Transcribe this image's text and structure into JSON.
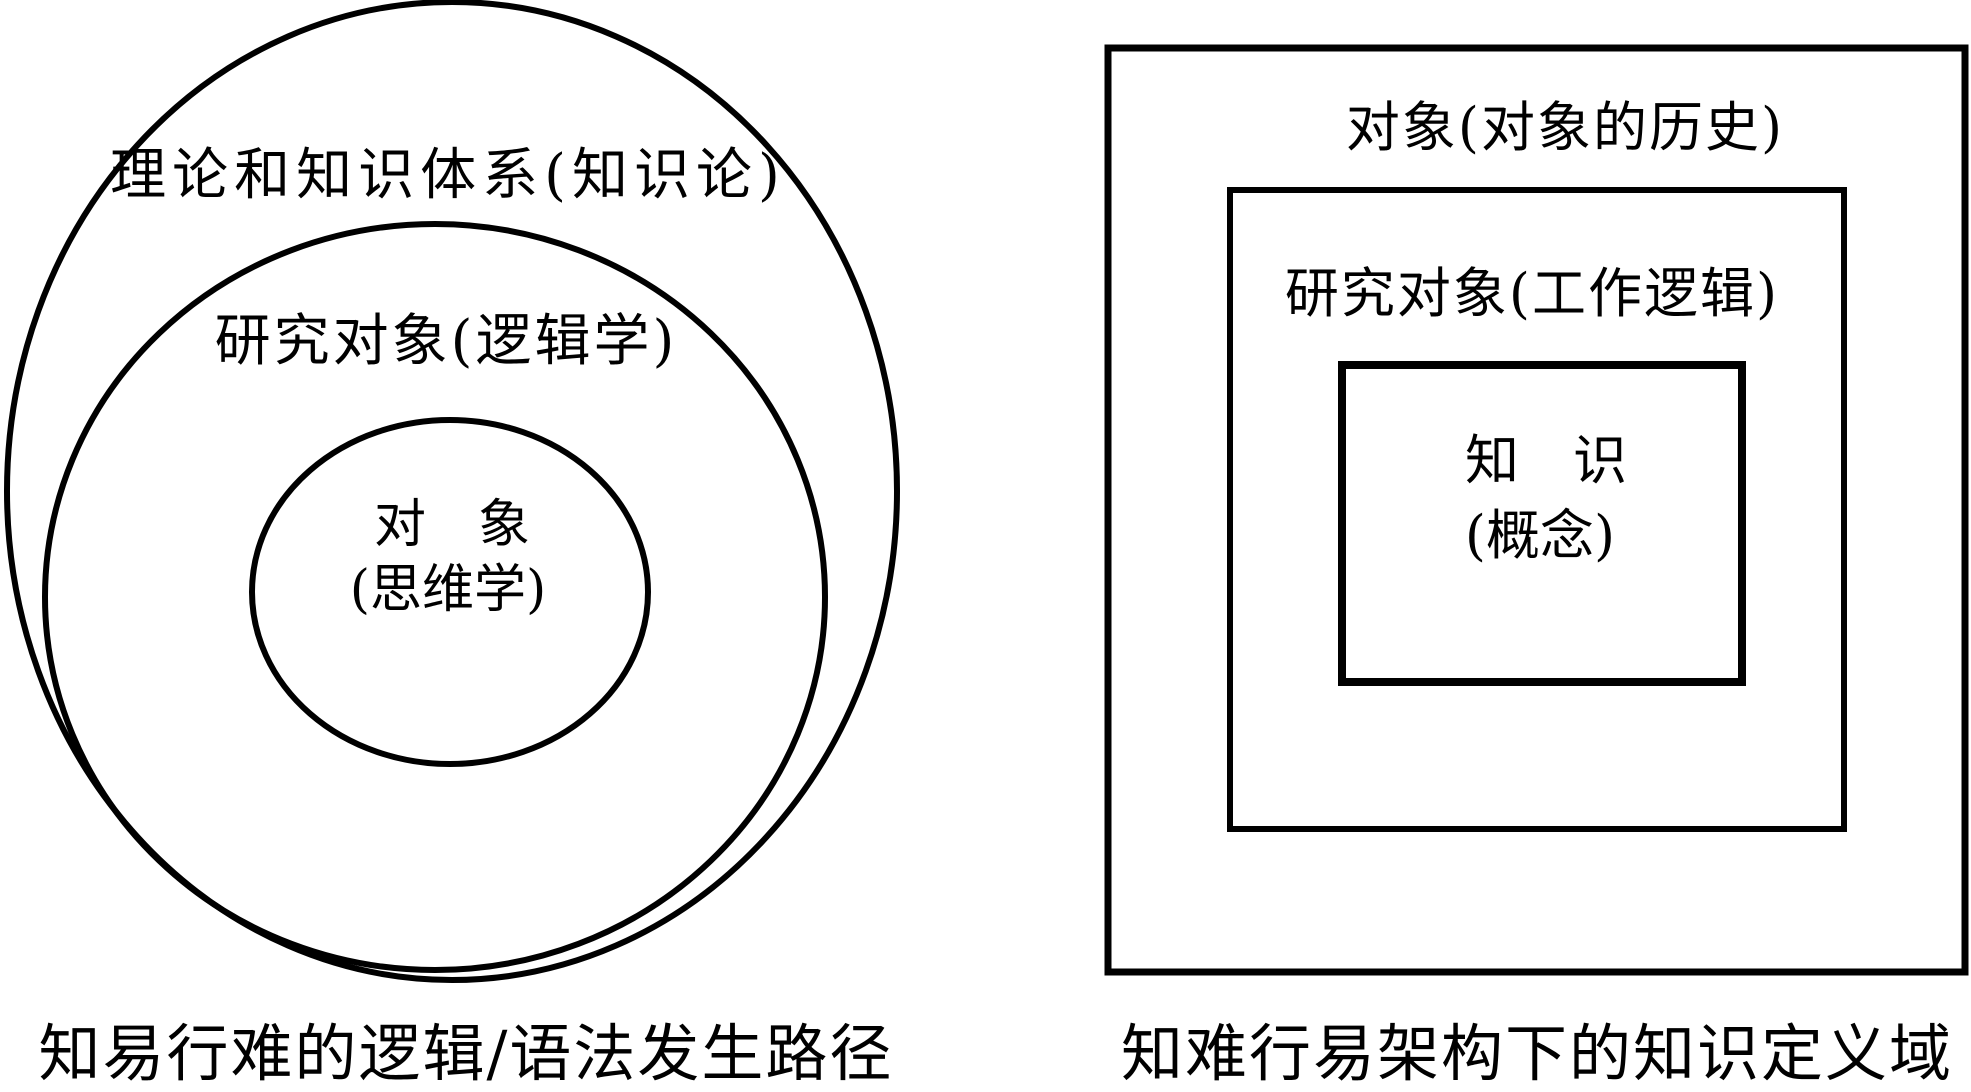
{
  "left": {
    "outer_label": "理论和知识体系(知识论)",
    "middle_label": "研究对象(逻辑学)",
    "inner_label_line1": "对　象",
    "inner_label_line2": "(思维学)",
    "caption": "知易行难的逻辑/语法发生路径"
  },
  "right": {
    "outer_label": "对象(对象的历史)",
    "middle_label": "研究对象(工作逻辑)",
    "inner_label_line1": "知　识",
    "inner_label_line2": "(概念)",
    "caption": "知难行易架构下的知识定义域"
  },
  "colors": {
    "stroke": "#000000",
    "background": "#ffffff"
  }
}
